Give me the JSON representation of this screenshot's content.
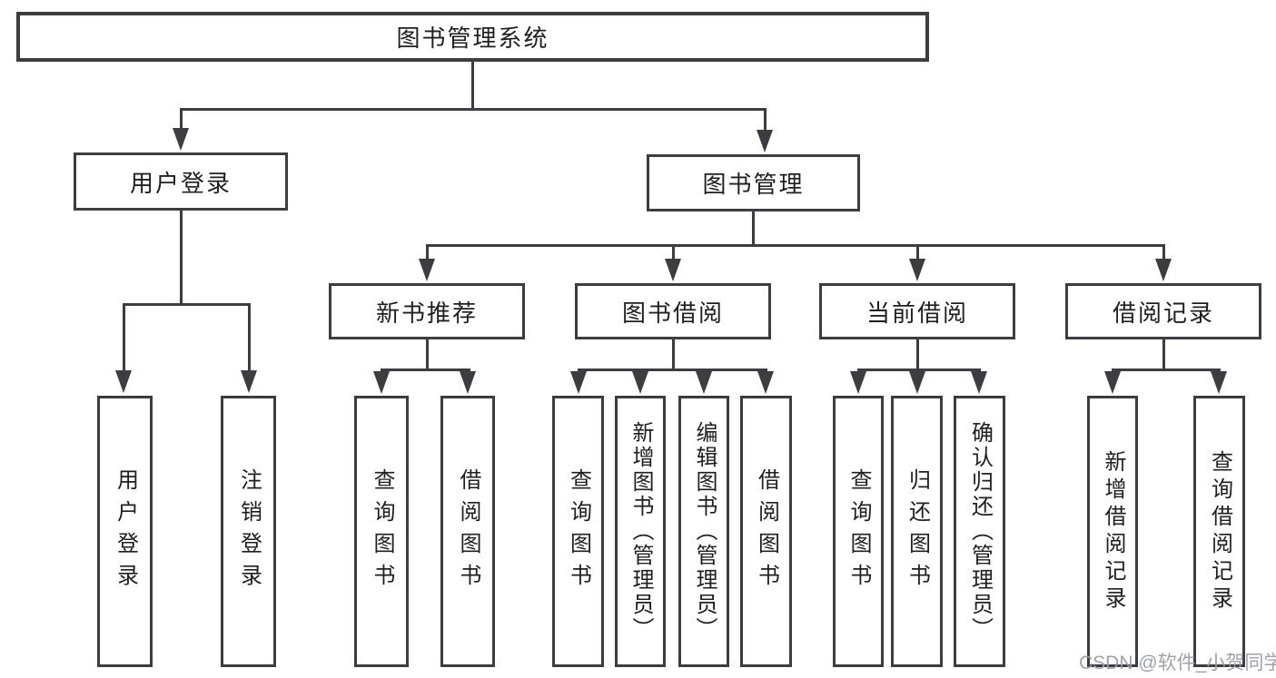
{
  "diagram": {
    "title": "图书管理系统",
    "root": {
      "label": "图书管理系统"
    },
    "level2": [
      {
        "label": "用户登录"
      },
      {
        "label": "图书管理"
      }
    ],
    "level3": [
      {
        "label": "新书推荐"
      },
      {
        "label": "图书借阅"
      },
      {
        "label": "当前借阅"
      },
      {
        "label": "借阅记录"
      }
    ],
    "leaves": [
      {
        "label": "用户登录",
        "parent": "用户登录"
      },
      {
        "label": "注销登录",
        "parent": "用户登录"
      },
      {
        "label": "查询图书",
        "parent": "新书推荐"
      },
      {
        "label": "借阅图书",
        "parent": "新书推荐"
      },
      {
        "label": "查询图书",
        "parent": "图书借阅"
      },
      {
        "label": "新增图书（管理员）",
        "parent": "图书借阅"
      },
      {
        "label": "编辑图书（管理员）",
        "parent": "图书借阅"
      },
      {
        "label": "借阅图书",
        "parent": "图书借阅"
      },
      {
        "label": "查询图书",
        "parent": "当前借阅"
      },
      {
        "label": "归还图书",
        "parent": "当前借阅"
      },
      {
        "label": "确认归还（管理员）",
        "parent": "当前借阅"
      },
      {
        "label": "新增借阅记录",
        "parent": "借阅记录"
      },
      {
        "label": "查询借阅记录",
        "parent": "借阅记录"
      }
    ]
  },
  "watermark": {
    "text": "CSDN @软件_小贺同学"
  },
  "colors": {
    "line": "#3b3d40",
    "text": "#1f1f1f",
    "watermark": "#989da6",
    "background": "#ffffff"
  }
}
